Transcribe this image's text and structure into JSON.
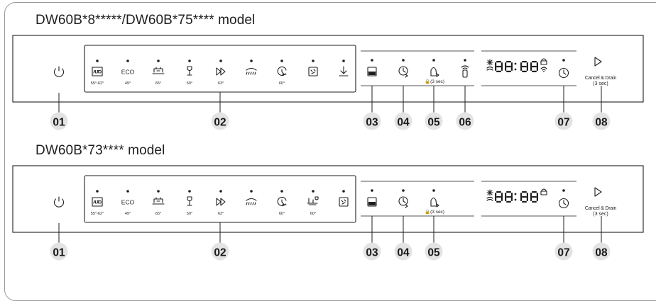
{
  "models": [
    {
      "title": "DW60B*8*****/DW60B*75**** model",
      "programs": [
        {
          "icon": "auto-icon",
          "temp": "55°-62°"
        },
        {
          "icon": "eco-icon",
          "temp": "49°"
        },
        {
          "icon": "intensive-icon",
          "temp": "65°"
        },
        {
          "icon": "delicate-glass-icon",
          "temp": "50°"
        },
        {
          "icon": "express-icon",
          "temp": "63°"
        },
        {
          "icon": "rinse-icon",
          "temp": ""
        },
        {
          "icon": "quick-icon",
          "temp": "60°"
        },
        {
          "icon": "self-clean-icon",
          "temp": ""
        },
        {
          "icon": "drain-arrow-icon",
          "temp": ""
        }
      ],
      "options": [
        {
          "icon": "half-load-icon",
          "sub": ""
        },
        {
          "icon": "delay-end-icon",
          "sub": ""
        },
        {
          "icon": "child-lock-icon",
          "sub": "🔒(3 sec)"
        },
        {
          "icon": "smart-control-icon",
          "sub": ""
        }
      ],
      "display": {
        "digits": "88:88",
        "has_wifi": true
      },
      "cancel_label": "Cancel & Drain",
      "cancel_sub": "(3 sec)",
      "callouts": [
        "01",
        "02",
        "03",
        "04",
        "05",
        "06",
        "07",
        "08"
      ]
    },
    {
      "title": "DW60B*73**** model",
      "programs": [
        {
          "icon": "auto-icon",
          "temp": "55°-62°"
        },
        {
          "icon": "eco-icon",
          "temp": "49°"
        },
        {
          "icon": "intensive-icon",
          "temp": "65°"
        },
        {
          "icon": "delicate-glass-icon",
          "temp": "50°"
        },
        {
          "icon": "express-icon",
          "temp": "63°"
        },
        {
          "icon": "rinse-icon",
          "temp": ""
        },
        {
          "icon": "quick-icon",
          "temp": "60°"
        },
        {
          "icon": "glass-plate-icon",
          "temp": "60°"
        },
        {
          "icon": "self-clean-icon",
          "temp": ""
        }
      ],
      "options": [
        {
          "icon": "half-load-icon",
          "sub": ""
        },
        {
          "icon": "delay-end-icon",
          "sub": ""
        },
        {
          "icon": "child-lock-icon",
          "sub": "🔒(3 sec)"
        }
      ],
      "display": {
        "digits": "88:88",
        "has_wifi": false
      },
      "cancel_label": "Cancel & Drain",
      "cancel_sub": "(3 sec)",
      "callouts": [
        "01",
        "02",
        "03",
        "04",
        "05",
        "07",
        "08"
      ]
    }
  ],
  "labels": {
    "auto": "AUTO",
    "eco": "ECO"
  },
  "colors": {
    "callout_fill": "#e3e3e3",
    "line": "#1f1f1f",
    "frame": "#9a9a9a"
  }
}
